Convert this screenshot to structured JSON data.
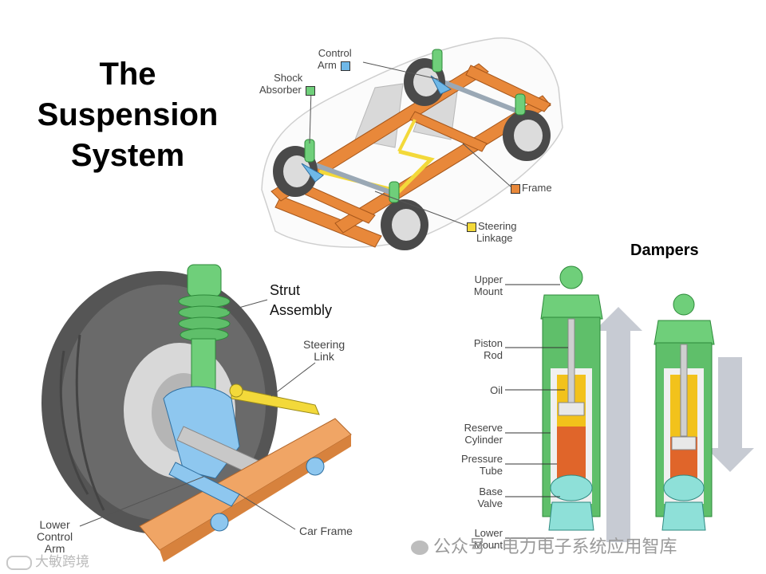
{
  "title": {
    "line1": "The",
    "line2": "Suspension",
    "line3": "System"
  },
  "car_labels": {
    "control_arm": {
      "line1": "Control",
      "line2": "Arm",
      "swatch": "#6fb8e8"
    },
    "shock_absorber": {
      "line1": "Shock",
      "line2": "Absorber",
      "swatch": "#6fcf7a"
    },
    "frame": {
      "line1": "Frame",
      "swatch": "#e8883a"
    },
    "steering_linkage": {
      "line1": "Steering",
      "line2": "Linkage",
      "swatch": "#f3d93a"
    }
  },
  "strut_labels": {
    "strut_assembly": {
      "line1": "Strut",
      "line2": "Assembly"
    },
    "steering_link": {
      "line1": "Steering",
      "line2": "Link"
    },
    "lower_control_arm": {
      "line1": "Lower",
      "line2": "Control",
      "line3": "Arm"
    },
    "car_frame": {
      "line1": "Car Frame"
    }
  },
  "damper_section": {
    "heading": "Dampers",
    "labels": [
      {
        "line1": "Upper",
        "line2": "Mount"
      },
      {
        "line1": "Piston",
        "line2": "Rod"
      },
      {
        "line1": "Oil",
        "line2": ""
      },
      {
        "line1": "Reserve",
        "line2": "Cylinder"
      },
      {
        "line1": "Pressure",
        "line2": "Tube"
      },
      {
        "line1": "Base",
        "line2": "Valve"
      },
      {
        "line1": "Lower",
        "line2": "Mount"
      }
    ]
  },
  "watermarks": {
    "right": "公众号 · 电力电子系统应用智库",
    "left": "大敏跨境"
  },
  "colors": {
    "frame": "#e8883a",
    "shock": "#6fcf7a",
    "arm": "#6fb8e8",
    "steering": "#f3d93a",
    "oil": "#f2c21b",
    "pressure": "#e0652a"
  }
}
